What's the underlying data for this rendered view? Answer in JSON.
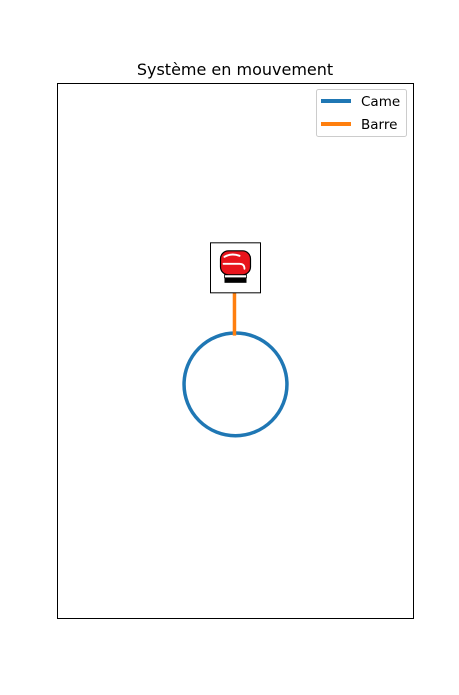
{
  "chart_data": {
    "type": "line",
    "title": "Système en mouvement",
    "xlabel": "",
    "ylabel": "",
    "grid": false,
    "axes_visible": false,
    "legend_position": "top-right",
    "series": [
      {
        "name": "Came",
        "color": "#1f77b4",
        "shape": "circle",
        "center": [
          0,
          0
        ],
        "radius": 1
      },
      {
        "name": "Barre",
        "color": "#ff7f0e",
        "x": [
          -0.02,
          -0.02
        ],
        "y": [
          0.95,
          1.78
        ]
      }
    ],
    "marker": {
      "icon": "boxing-glove-icon",
      "color": "#e8141c",
      "x": 0,
      "y": 2.27
    },
    "xlim": [
      -3.45,
      3.45
    ],
    "ylim": [
      -4.55,
      5.85
    ]
  }
}
